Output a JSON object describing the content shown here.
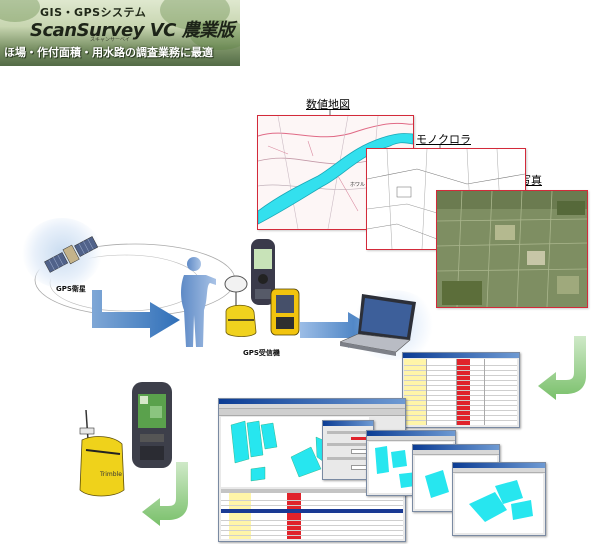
{
  "banner": {
    "subtitle": "GIS・GPSシステム",
    "title": "ScanSurvey VC 農業版",
    "tiny": "スキャンサーベイ",
    "description": "ほ場・作付面積・用水路の調査業務に最適"
  },
  "labels": {
    "map_numeric": "数値地図",
    "map_mono": "モノクロラ",
    "map_aerial": "航空写真",
    "satellite": "GPS衛星",
    "receiver": "GPS受信機"
  },
  "colors": {
    "arrow_blue": "#2f6fb8",
    "arrow_green": "#79c06a",
    "river": "#33e0ee",
    "map_border": "#d32a3a",
    "polygon_cyan": "#27e6ef",
    "highlight_red": "#e0232b",
    "highlight_yellow": "#fff5a8"
  },
  "icons": [
    "satellite-icon",
    "person-icon",
    "gps-receiver-icon",
    "handheld-icon",
    "laptop-icon",
    "arrow-right-icon",
    "curved-arrow-icon",
    "yellow-bag-icon"
  ]
}
